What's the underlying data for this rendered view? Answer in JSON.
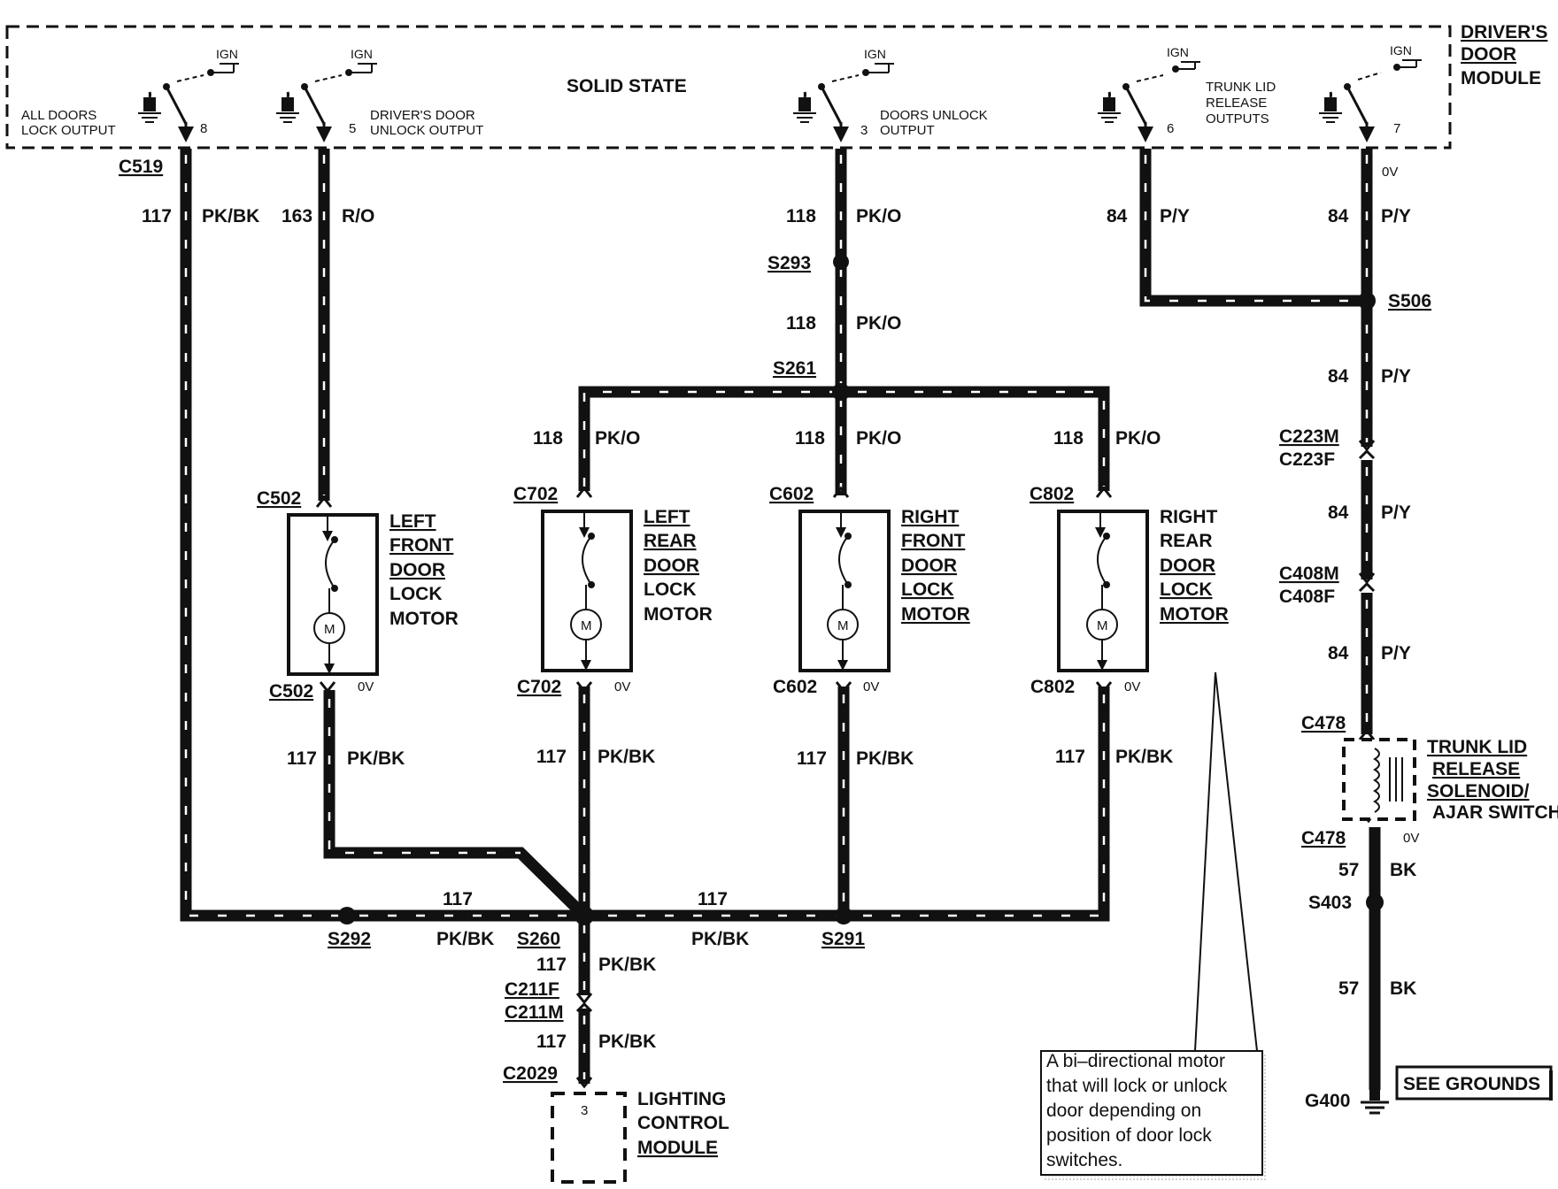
{
  "module": {
    "name_lines": [
      "DRIVER'S",
      "DOOR",
      "MODULE"
    ],
    "center_label": "SOLID STATE",
    "ign": "IGN",
    "outputs": [
      {
        "id": "all_doors_lock",
        "label_lines": [
          "ALL DOORS",
          "LOCK OUTPUT"
        ],
        "pin": "8"
      },
      {
        "id": "drivers_door_unlock",
        "label_lines": [
          "DRIVER'S DOOR",
          "UNLOCK OUTPUT"
        ],
        "pin": "5"
      },
      {
        "id": "doors_unlock",
        "label_lines": [
          "DOORS UNLOCK",
          "OUTPUT"
        ],
        "pin": "3"
      },
      {
        "id": "trunk_lid_release",
        "label_lines": [
          "TRUNK LID",
          "RELEASE",
          "OUTPUTS"
        ],
        "pin": "6"
      },
      {
        "id": "trunk_pin7",
        "label_lines": [],
        "pin": "7"
      }
    ]
  },
  "connectors": {
    "c519": "C519",
    "c502": "C502",
    "c702": "C702",
    "c602": "C602",
    "c802": "C802",
    "c223m": "C223M",
    "c223f": "C223F",
    "c408m": "C408M",
    "c408f": "C408F",
    "c478": "C478",
    "c211f": "C211F",
    "c211m": "C211M",
    "c2029": "C2029"
  },
  "splices": {
    "s293": "S293",
    "s261": "S261",
    "s506": "S506",
    "s292": "S292",
    "s260": "S260",
    "s291": "S291",
    "s403": "S403"
  },
  "wires": {
    "c117": "117",
    "pk_bk": "PK/BK",
    "c163": "163",
    "r_o": "R/O",
    "c118": "118",
    "pk_o": "PK/O",
    "c84": "84",
    "p_y": "P/Y",
    "c57": "57",
    "bk": "BK",
    "zero_v": "0V"
  },
  "components": {
    "lf_motor": [
      "LEFT",
      "FRONT",
      "DOOR",
      "LOCK",
      "MOTOR"
    ],
    "lr_motor": [
      "LEFT",
      "REAR",
      "DOOR",
      "LOCK",
      "MOTOR"
    ],
    "rf_motor": [
      "RIGHT",
      "FRONT",
      "DOOR",
      "LOCK",
      "MOTOR"
    ],
    "rr_motor": [
      "RIGHT",
      "REAR",
      "DOOR",
      "LOCK",
      "MOTOR"
    ],
    "motor_symbol": "M",
    "trunk_solenoid": [
      "TRUNK LID",
      "RELEASE",
      "SOLENOID/",
      "AJAR SWITCH"
    ],
    "lighting_module": [
      "LIGHTING",
      "CONTROL",
      "MODULE"
    ],
    "lighting_pin": "3"
  },
  "ground": {
    "id": "G400",
    "see_grounds": "SEE GROUNDS"
  },
  "note_lines": [
    "A bi–directional motor",
    "that will lock or unlock",
    "door   depending    on",
    "position  of  door  lock",
    "switches."
  ]
}
